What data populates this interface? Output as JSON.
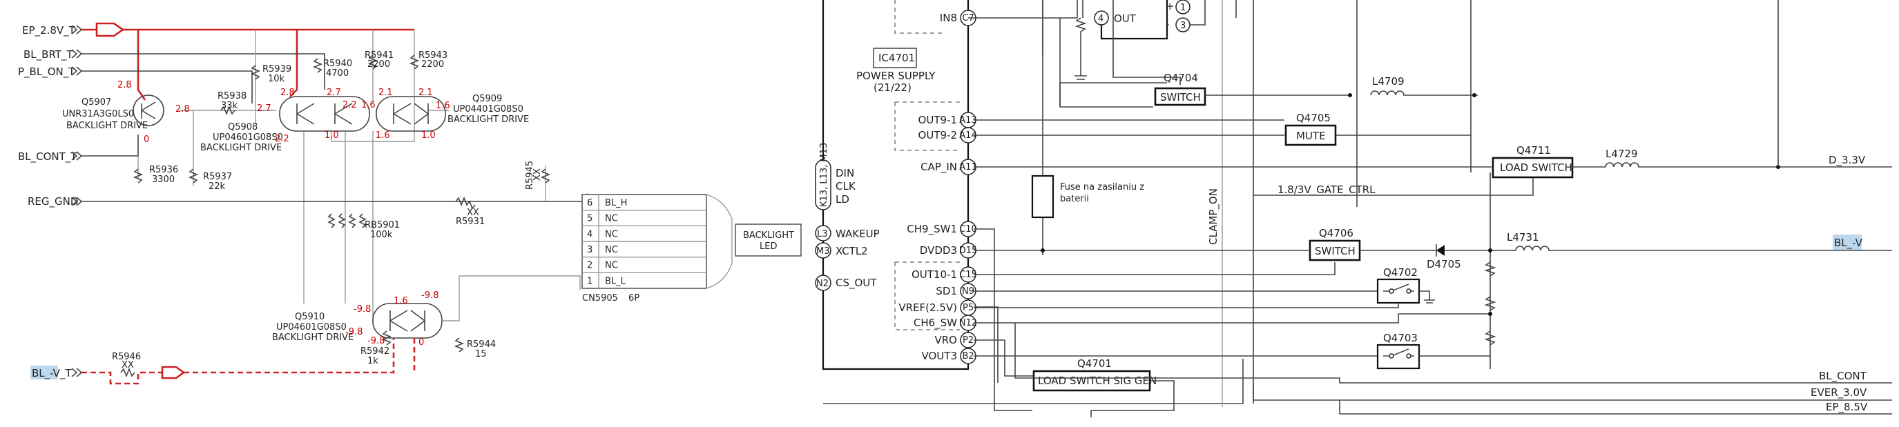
{
  "left": {
    "ports": {
      "ep_28v": "EP_2.8V_T",
      "bl_brt": "BL_BRT_T",
      "p_bl_on": "P_BL_ON_T",
      "bl_cont": "BL_CONT_T",
      "reg_gnd": "REG_GND",
      "bl_v": "BL_-V_T"
    },
    "resistors": [
      {
        "ref": "R5939",
        "val": "10k"
      },
      {
        "ref": "R5940",
        "val": "4700"
      },
      {
        "ref": "R5941",
        "val": "2200"
      },
      {
        "ref": "R5943",
        "val": "2200"
      },
      {
        "ref": "R5938",
        "val": "33k"
      },
      {
        "ref": "R5936",
        "val": "3300"
      },
      {
        "ref": "R5937",
        "val": "22k"
      },
      {
        "ref": "R5945",
        "val": "XX"
      },
      {
        "ref": "R5931",
        "val": "XX"
      },
      {
        "ref": "RB5901",
        "val": "100k"
      },
      {
        "ref": "R5942",
        "val": "1k"
      },
      {
        "ref": "R5944",
        "val": "15"
      },
      {
        "ref": "R5946",
        "val": "XX"
      }
    ],
    "transistors": [
      {
        "ref": "Q5907",
        "part": "UNR31A3G0LS0",
        "func": "BACKLIGHT DRIVE"
      },
      {
        "ref": "Q5908",
        "part": "UP04601G08S0",
        "func": "BACKLIGHT DRIVE"
      },
      {
        "ref": "Q5909",
        "part": "UP04401G08S0",
        "func": "BACKLIGHT DRIVE"
      },
      {
        "ref": "Q5910",
        "part": "UP04601G08S0",
        "func": "BACKLIGHT DRIVE"
      }
    ],
    "voltages": [
      "2.8",
      "2.8",
      "0",
      "2.8",
      "2.7",
      "2.2",
      "2.2",
      "2.7",
      "2.1",
      "2.1",
      "1.6",
      "1.6",
      "1.6",
      "1.6",
      "1.0",
      "1.0",
      "-9.8",
      "-9.8",
      "-9.8",
      "0",
      "-9.8"
    ],
    "connector": {
      "ref": "CN5905",
      "size": "6P",
      "pins": [
        {
          "n": "6",
          "name": "BL_H"
        },
        {
          "n": "5",
          "name": "NC"
        },
        {
          "n": "4",
          "name": "NC"
        },
        {
          "n": "3",
          "name": "NC"
        },
        {
          "n": "2",
          "name": "NC"
        },
        {
          "n": "1",
          "name": "BL_L"
        }
      ]
    },
    "backlight_led": [
      "BACKLIGHT",
      "LED"
    ]
  },
  "right": {
    "ic": {
      "ref": "IC4701",
      "func": "POWER SUPPLY",
      "sheet": "(21/22)"
    },
    "ic_pins": [
      {
        "name": "IN8",
        "pin": "C7"
      },
      {
        "name": "OUT9-1",
        "pin": "A13"
      },
      {
        "name": "OUT9-2",
        "pin": "A14"
      },
      {
        "name": "CAP_IN",
        "pin": "A11"
      },
      {
        "name": "CH9_SW1",
        "pin": "C10"
      },
      {
        "name": "DVDD3",
        "pin": "D15"
      },
      {
        "name": "OUT10-1",
        "pin": "C15"
      },
      {
        "name": "SD1",
        "pin": "N9"
      },
      {
        "name": "VREF(2.5V)",
        "pin": "P5"
      },
      {
        "name": "CH6_SW",
        "pin": "N12"
      },
      {
        "name": "VRO",
        "pin": "P2"
      },
      {
        "name": "VOUT3",
        "pin": "B2"
      }
    ],
    "left_pins": [
      {
        "pin": "K13, L13, M13",
        "labels": [
          "DIN",
          "CLK",
          "LD"
        ]
      },
      {
        "pin": "L3",
        "labels": [
          "WAKEUP"
        ]
      },
      {
        "pin": "M3",
        "labels": [
          "XCTL2"
        ]
      },
      {
        "pin": "N2",
        "labels": [
          "CS_OUT"
        ]
      }
    ],
    "opamp": {
      "pin1": "1",
      "pin4": "4",
      "pin4_label": "OUT",
      "pin3": "3",
      "minus": "-",
      "plus": "+"
    },
    "blocks": [
      {
        "ref": "Q4704",
        "label": "SWITCH"
      },
      {
        "ref": "Q4705",
        "label": "MUTE"
      },
      {
        "ref": "Q4711",
        "label": "LOAD SWITCH"
      },
      {
        "ref": "Q4706",
        "label": "SWITCH"
      },
      {
        "ref": "Q4701",
        "label": "LOAD SWITCH SIG GEN"
      }
    ],
    "inductors": [
      "L4709",
      "L4729",
      "L4731"
    ],
    "diode": "D4705",
    "switches": [
      "Q4702",
      "Q4703"
    ],
    "fuse_note": [
      "Fuse na zasilaniu z",
      "baterii"
    ],
    "nets": {
      "gate_ctrl": "1.8/3V_GATE_CTRL",
      "clamp_on": "CLAMP_ON",
      "d33v": "D_3.3V",
      "bl_v": "BL_-V",
      "bl_cont": "BL_CONT",
      "ever30": "EVER_3.0V",
      "ep85": "EP_8.5V"
    }
  },
  "colors": {
    "accent": "#cc2222",
    "highlight": "#bcd8ef",
    "wire": "#444444"
  }
}
